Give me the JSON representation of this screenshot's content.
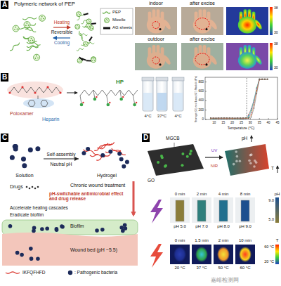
{
  "diagram": {
    "nodes": [
      {
        "text": [
          "Solution"
        ]
      },
      {
        "text": [
          "Hydrogel"
        ]
      }
    ],
    "edges": [
      {
        "from": 0,
        "to": 1,
        "arrow": "to",
        "label": "Self-assembly"
      }
    ],
    "labels": [
      "A",
      "Polymeric network of PEP",
      "Heating",
      "Reversible",
      "Cooling",
      "indoor",
      "after excise",
      "38",
      "30",
      "outdoor",
      "after excise",
      "38",
      "30",
      "B",
      "Poloxamer",
      "Heparin",
      "HP",
      "4°C",
      "37°C",
      "4°C",
      "Storage (G') and Loss (G'') Modulii (Pa)",
      "Temperature (°C)",
      "10",
      "15",
      "20",
      "25",
      "30",
      "35",
      "40",
      "45",
      "0",
      "200",
      "400",
      "600",
      "800",
      "C",
      "Neutral pH",
      "Chronic wound treatment",
      "Drugs",
      "pH-switchable antimicrobial effect and drug release",
      "Accelerate healing cascades",
      "Eradicate biofilm",
      "Biofilm",
      "Wound bed (pH ~5.5)",
      "D",
      "MGCB",
      "GO",
      "UV",
      "pH",
      "NIR",
      "T",
      "0 min",
      "2 min",
      "4 min",
      "8 min",
      "pH 5.0",
      "pH 7.0",
      "pH 8.0",
      "pH 9.0",
      "pH",
      "9.0",
      "5.0",
      "0 min",
      "1.5 min",
      "2 min",
      "10 min",
      "20 °C",
      "37 °C",
      "50 °C",
      "60 °C",
      "60 °C",
      "T",
      "20 °C",
      "嘉峪检测网"
    ],
    "legend": [
      {
        "text": "PEP"
      },
      {
        "text": "Micelle"
      },
      {
        "text": "AG sheets"
      },
      {
        "text": "IKFQFHFD"
      },
      {
        "text": ": Pathogenic bacteria"
      }
    ]
  }
}
